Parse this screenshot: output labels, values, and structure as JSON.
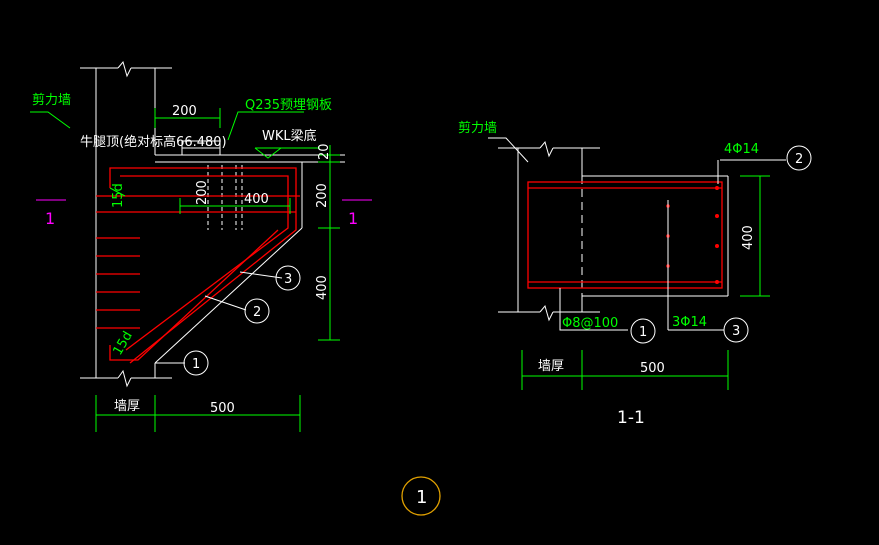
{
  "colors": {
    "background": "#000000",
    "concrete": "#ffffff",
    "dimension": "#00ff00",
    "rebar": "#ff0000",
    "section_mark": "#ff00ff",
    "drawing_number": "#e0a000"
  },
  "left_view": {
    "wall_label": "剪力墙",
    "elevation_note": "牛腿顶(绝对标高66.480)",
    "plate_label": "Q235预埋钢板",
    "beam_bottom": "WKL梁底",
    "dim_top_200": "200",
    "dim_20": "20",
    "dim_200": "200",
    "dim_400": "400",
    "dim_inner_400": "400",
    "dim_inner_200": "200",
    "anchor_15d_top": "15d",
    "anchor_15d_bottom": "15d",
    "dim_wall": "墙厚",
    "dim_500": "500",
    "section_mark_left": "1",
    "section_mark_right": "1",
    "callout_1": "1",
    "callout_2": "2",
    "callout_3": "3"
  },
  "section_view": {
    "wall_label": "剪力墙",
    "top_bar": "4Φ14",
    "stirrup": "Φ8@100",
    "side_bar": "3Φ14",
    "dim_400": "400",
    "dim_wall": "墙厚",
    "dim_500": "500",
    "title": "1-1",
    "callout_1": "1",
    "callout_2": "2",
    "callout_3": "3"
  },
  "drawing_number": "1"
}
